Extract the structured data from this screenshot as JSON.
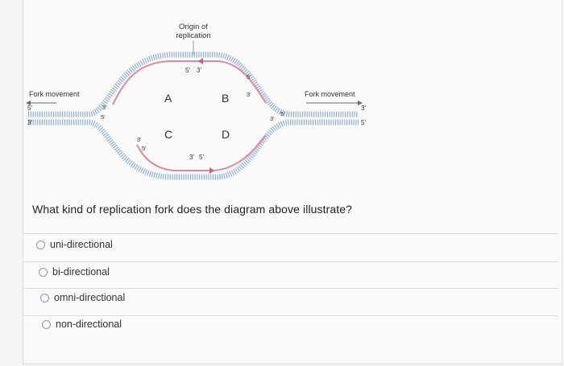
{
  "diagram": {
    "origin_label": "Origin of\nreplication",
    "fork_movement_left": "Fork movement",
    "fork_movement_right": "Fork movement",
    "labels": {
      "A": "A",
      "B": "B",
      "C": "C",
      "D": "D"
    },
    "strand_ends": {
      "left_top": "5'",
      "left_bottom": "3'",
      "right_top": "3'",
      "right_bottom": "5'",
      "top_center_5": "5'",
      "top_center_3": "3'",
      "bottom_center_3": "3'",
      "bottom_center_5": "5'",
      "bubble_left_upper_3": "3'",
      "bubble_left_upper_5": "5'",
      "bubble_left_lower_3": "3'",
      "bubble_left_lower_5": "5'",
      "bubble_right_upper_3": "3'",
      "bubble_right_upper_5": "5'",
      "bubble_right_lower_3": "3'",
      "bubble_right_lower_5": "5'"
    }
  },
  "question": "What kind of replication fork does the diagram above illustrate?",
  "options": [
    "uni-directional",
    "bi-directional",
    "omni-directional",
    "non-directional"
  ],
  "colors": {
    "strand_blue": "#8fb0cf",
    "strand_pink": "#d98aa6",
    "arrow_gray": "#6b6b6b",
    "arrow_pink": "#c85b84",
    "radio_border": "#7a9cc5"
  }
}
